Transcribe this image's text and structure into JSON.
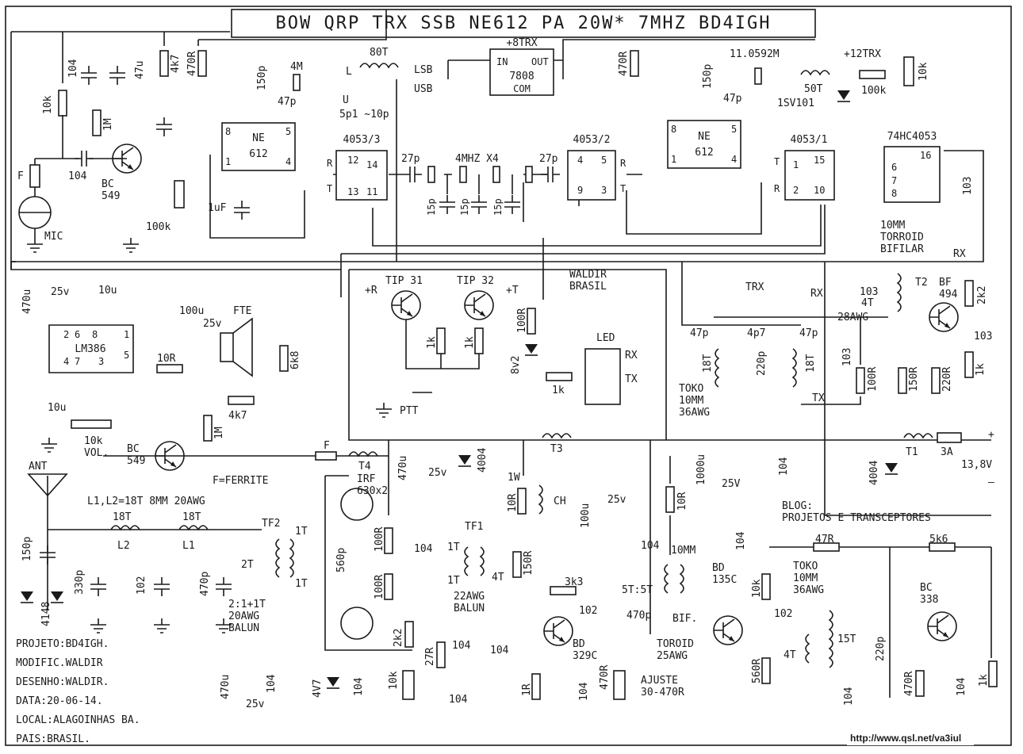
{
  "title": "BOW QRP TRX SSB NE612 PA 20W* 7MHZ BD4IGH",
  "blocks": {
    "reg": {
      "name": "7808",
      "pin_in": "IN",
      "pin_out": "OUT",
      "pin_com": "COM",
      "rail": "+8TRX"
    },
    "ne612_a": {
      "name1": "NE",
      "name2": "612",
      "p8": "8",
      "p5": "5",
      "p1": "1",
      "p4": "4"
    },
    "ne612_b": {
      "name1": "NE",
      "name2": "612",
      "p8": "8",
      "p5": "5",
      "p1": "1",
      "p4": "4"
    },
    "sw3": {
      "name": "4053/3",
      "p12": "12",
      "p14": "14",
      "p13": "13",
      "p11": "11",
      "r": "R",
      "t": "T"
    },
    "sw2": {
      "name": "4053/2",
      "p4": "4",
      "p5": "5",
      "p9": "9",
      "p3": "3",
      "r": "R",
      "t": "T"
    },
    "sw1": {
      "name": "4053/1",
      "p1": "1",
      "p15": "15",
      "p2": "2",
      "p10": "10",
      "r": "R",
      "t": "T"
    },
    "hc4053": {
      "name": "74HC4053",
      "p16": "16",
      "p6": "6",
      "p7": "7",
      "p8": "8"
    },
    "lm386": {
      "name": "LM386",
      "p2": "2",
      "p6": "6",
      "p8": "8",
      "p1": "1",
      "p4": "4",
      "p7": "7",
      "p3": "3",
      "p5": "5"
    }
  },
  "labels": {
    "mic": "MIC",
    "f": "F",
    "bc549a": "BC\n549",
    "bc549b": "BC\n549",
    "r10k": "10k",
    "r1m": "1M",
    "c104a": "104",
    "c47u": "47u",
    "r4k7": "4k7",
    "c104b": "104",
    "r100k": "100k",
    "r470r": "470R",
    "c150p": "150p",
    "c47p": "47p",
    "x4m": "4M",
    "c1uf": "1uF",
    "l80t": "80T",
    "lsb": "LSB",
    "usb": "USB",
    "lsel": "L",
    "usel": "U",
    "c5p1": "5p1 ~10p",
    "c27pa": "27p",
    "c27pb": "27p",
    "xtal": "4MHZ X4",
    "c15p": "15p",
    "r470rb": "470R",
    "c150pb": "150p",
    "c47pb": "47p",
    "xtal11": "11.0592M",
    "l50t": "50T",
    "d1sv101": "1SV101",
    "rail12": "+12TRX",
    "r100kb": "100k",
    "r10kb": "10k",
    "c103": "103",
    "torroid": "10MM\nTORROID\nBIFILAR",
    "rx": "RX",
    "tip31": "TIP 31",
    "tip32": "TIP 32",
    "plusr": "+R",
    "plust": "+T",
    "r1ka": "1k",
    "r1kb": "1k",
    "ptt": "PTT",
    "waldir": "WALDIR\nBRASIL",
    "r100r": "100R",
    "zener": "8v2",
    "r1kc": "1k",
    "led": "LED",
    "ledrx": "RX",
    "ledtx": "TX",
    "trx": "TRX",
    "c47pc": "47p",
    "c4p7": "4p7",
    "c47pd": "47p",
    "c220p": "220p",
    "t18a": "18T",
    "t18b": "18T",
    "toko1": "TOKO\n10MM\n36AWG",
    "rxlbl": "RX",
    "txlbl": "TX",
    "t103": "103",
    "t4t": "4T",
    "t28awg": "28AWG",
    "t2": "T2",
    "bf494": "BF\n494",
    "r2k2": "2k2",
    "c103b": "103",
    "r1kd": "1k",
    "r100rb": "100R",
    "r150r": "150R",
    "r220r": "220R",
    "c470u": "470u",
    "c25v": "25v",
    "c10u": "10u",
    "c100u": "100u",
    "fte": "FTE",
    "r10r": "10R",
    "r6k8": "6k8",
    "r4k7b": "4k7",
    "vol": "10k\nVOL.",
    "ferrite": "F=FERRITE",
    "ant": "ANT",
    "l1l2": "L1,L2=18T 8MM 20AWG",
    "l2": "L2",
    "l1": "L1",
    "t18c": "18T",
    "t18d": "18T",
    "c150pc": "150p",
    "d4148": "4148",
    "c330p": "330p",
    "c102": "102",
    "c470p": "470p",
    "tf2": "TF2",
    "t1t": "1T",
    "t2t": "2T",
    "balun1": "2:1+1T\n20AWG\nBALUN",
    "c560p": "560p",
    "irf": "IRF\n630x2",
    "t4": "T4",
    "t3": "T3",
    "t1": "T1",
    "fuse": "3A",
    "vin": "13,8V",
    "d4004": "4004",
    "d4004b": "4004",
    "c470ub": "470u",
    "c1000u": "1000u",
    "c25vb": "25V",
    "tf1": "TF1",
    "balun2": "22AWG\nBALUN",
    "t4tb": "4T",
    "r150rb": "150R",
    "r100rc": "100R",
    "r100rd": "100R",
    "r1w": "1W",
    "r10rb": "10R",
    "ch": "CH",
    "r10rc": "10R",
    "c100ub": "100u",
    "r3k3": "3k3",
    "bd329c": "BD\n329C",
    "c470pb": "470p",
    "r2k2b": "2k2",
    "r27r": "27R",
    "r1r": "1R",
    "toroid25": "TOROID\n25AWG",
    "bif": "BIF.",
    "t5t5": "5T:5T",
    "mm10": "10MM",
    "ajuste": "AJUSTE\n30-470R",
    "zener4v7": "4V7",
    "r10kc": "10k",
    "blog": "BLOG:\nPROJETOS E TRANSCEPTORES",
    "r47r": "47R",
    "r5k6": "5k6",
    "bd135c": "BD\n135C",
    "toko2": "TOKO\n10MM\n36AWG",
    "t15t": "15T",
    "bc338": "BC\n338",
    "r560r": "560R",
    "r470rc": "470R",
    "r1ke": "1k",
    "r10kd": "10k"
  },
  "credits": [
    "PROJETO:BD4IGH.",
    "MODIFIC.WALDIR",
    "DESENHO:WALDIR.",
    "DATA:20-06-14.",
    "LOCAL:ALAGOINHAS BA.",
    "PAIS:BRASIL."
  ],
  "url": "http://www.qsl.net/va3iul"
}
